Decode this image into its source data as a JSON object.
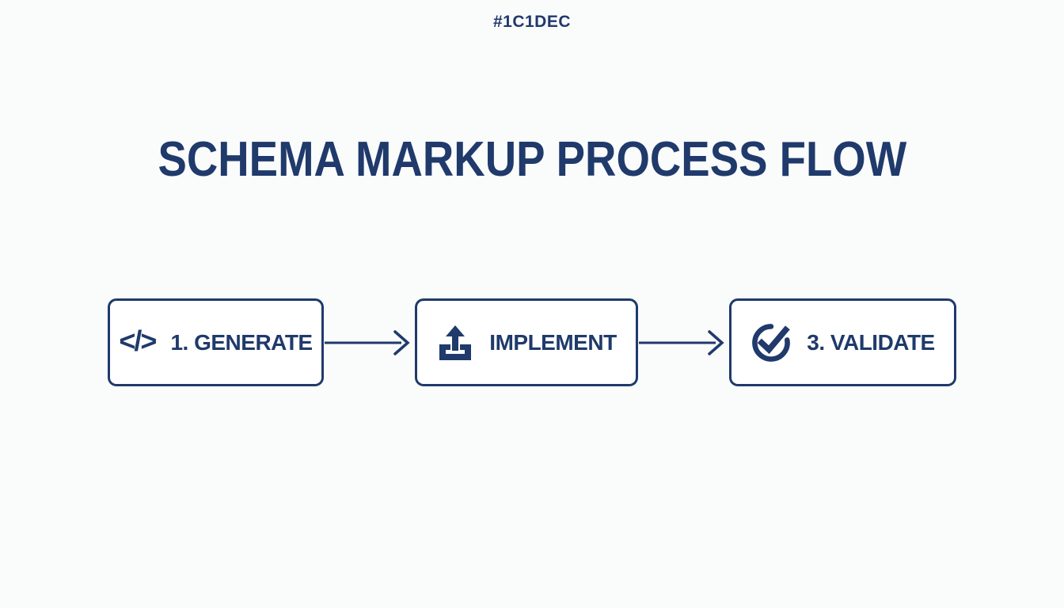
{
  "colors": {
    "navy": "#1f3a6b",
    "background": "#fafbfb",
    "box_background": "#ffffff"
  },
  "header": {
    "color_code_label": "#1C1DEC"
  },
  "title": "SCHEMA MARKUP PROCESS FLOW",
  "flow": {
    "steps": [
      {
        "label": "1. GENERATE",
        "icon": "code-icon",
        "icon_glyph": "</>"
      },
      {
        "label": "IMPLEMENT",
        "icon": "upload-icon"
      },
      {
        "label": "3. VALIDATE",
        "icon": "check-circle-icon"
      }
    ]
  }
}
